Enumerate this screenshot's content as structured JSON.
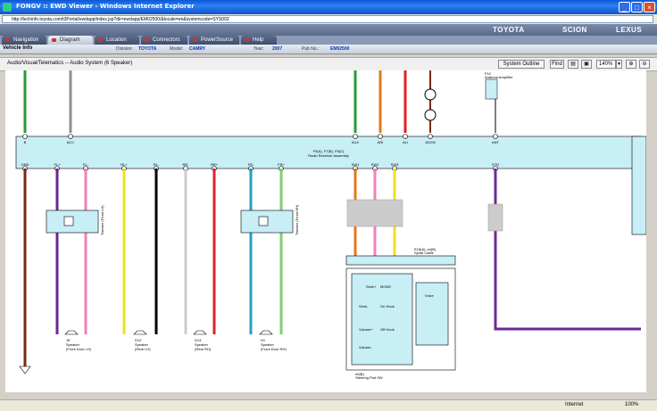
{
  "window": {
    "title": "FONGV :: EWD Viewer - Windows Internet Explorer",
    "min": "_",
    "max": "□",
    "close": "×"
  },
  "address": {
    "url": "http://techinfo.toyota.com/t3Portal/ewdapp/index.jsp?dir=ewdapp/EM02500/&locale=en&systemcode=SYS002"
  },
  "brands": [
    "TOYOTA",
    "SCION",
    "LEXUS"
  ],
  "tabs": [
    "Navigation",
    "Diagram",
    "Location",
    "Connectors",
    "PowerSource",
    "Help"
  ],
  "vehicle": {
    "heading": "Vehicle Info",
    "division_label": "Division:",
    "division": "TOYOTA",
    "model_label": "Model:",
    "model": "CAMRY",
    "year_label": "Year:",
    "year": "2007",
    "pub_label": "Pub No.:",
    "pub": "EM02500"
  },
  "diagram": {
    "title": "Audio/Visual/Telematics -- Audio System (6 Speaker)",
    "system_outline": "System Outline",
    "find": "Find",
    "zoom": "140%",
    "radio_name": "F9(A), F7(B), F8(C)",
    "radio_sub": "Radio Receiver Assembly",
    "antenna_name": "F10",
    "antenna_sub": "Antenna Amplifier",
    "switch_name": "E18(A), s4(B)",
    "switch_sub": "Spiral Cable",
    "pad_name": "e6(B)",
    "pad_sub": "Steering Pad SW",
    "pins_top": [
      "B",
      "ACC",
      "AUX",
      "ARI",
      "ALI",
      "ASGN",
      "ANT"
    ],
    "pins_bottom": [
      "GND",
      "FL+",
      "FL-",
      "RL+",
      "RL-",
      "RR-",
      "RR+",
      "FR-",
      "FR+",
      "SW1",
      "SW2",
      "SW3",
      "GTD"
    ],
    "pad_labels": [
      "Seek+",
      "MODE",
      "Seek-",
      "On Hook",
      "Volume+",
      "Off Hook",
      "Volume-",
      "Voice"
    ],
    "speakers": [
      {
        "id": "J5",
        "label": "Speaker\n(Front Door LH)"
      },
      {
        "id": "D12",
        "label": "Speaker\n(Rear LH)"
      },
      {
        "id": "D13",
        "label": "Speaker\n(Rear RH)"
      },
      {
        "id": "H1",
        "label": "Speaker\n(Front Door RH)"
      }
    ],
    "tweeter_l": "Tweeter (Front LH)",
    "tweeter_r": "Tweeter (Front RH)",
    "colors": {
      "green": "#2a9a3a",
      "gray": "#909090",
      "orange": "#e07a18",
      "red": "#e0202a",
      "brown": "#7a2a16",
      "purple": "#6a2a90",
      "pink": "#f080b8",
      "yellow": "#f0e020",
      "black": "#000000",
      "white": "#cccccc",
      "blue": "#20a0c0",
      "lightgreen": "#80d070",
      "box": "#c8eef6"
    }
  },
  "status": {
    "zone": "Internet",
    "zoom": "100%"
  }
}
